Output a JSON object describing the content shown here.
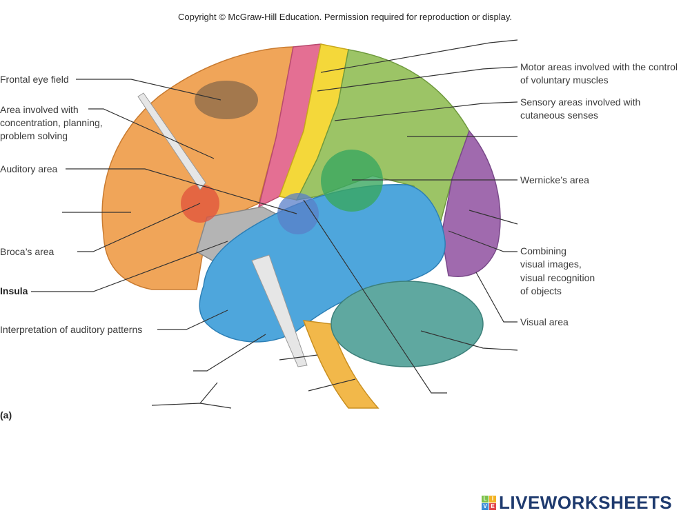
{
  "copyright": "Copyright © McGraw-Hill Education. Permission required for reproduction or display.",
  "labels": {
    "frontal_eye_field": "Frontal eye field",
    "concentration_1": "Area involved with",
    "concentration_2": "concentration, planning,",
    "concentration_3": "problem solving",
    "auditory_area": "Auditory area",
    "brocas_area": "Broca’s area",
    "insula": "Insula",
    "interpretation": "Interpretation of auditory patterns",
    "motor_1": "Motor areas involved with the control",
    "motor_2": "of voluntary muscles",
    "sensory_1": "Sensory areas involved with",
    "sensory_2": "cutaneous senses",
    "wernickes_area": "Wernicke’s area",
    "combining_1": "Combining",
    "combining_2": "visual images,",
    "combining_3": "visual recognition",
    "combining_4": "of objects",
    "visual_area": "Visual area",
    "figure_tag": "(a)"
  },
  "logo": {
    "text": "LIVEWORKSHEETS",
    "cube": [
      "L",
      "I",
      "V",
      "E"
    ]
  },
  "colors": {
    "frontal": "#f0a559",
    "motor": "#e46f93",
    "sensory": "#f4d83a",
    "parietal": "#9cc466",
    "occipital": "#a06aae",
    "temporal": "#4ea6dc",
    "insula": "#b4b4b4",
    "cerebellum": "#5fa8a0",
    "brainstem": "#f2b84a",
    "broca": "#e0513b",
    "eye_field": "#8a6a4a",
    "wernicke": "#3aa860",
    "line": "#333333"
  }
}
